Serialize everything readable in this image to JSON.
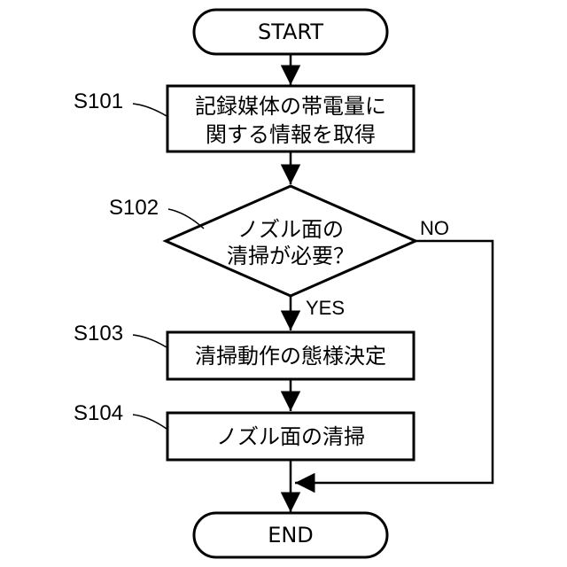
{
  "flowchart": {
    "start": "START",
    "end": "END",
    "steps": [
      {
        "id": "S101",
        "lines": [
          "記録媒体の帯電量に",
          "関する情報を取得"
        ]
      },
      {
        "id": "S102",
        "lines": [
          "ノズル面の",
          "清掃が必要？"
        ]
      },
      {
        "id": "S103",
        "lines": [
          "清掃動作の態様決定"
        ]
      },
      {
        "id": "S104",
        "lines": [
          "ノズル面の清掃"
        ]
      }
    ],
    "branch_yes": "YES",
    "branch_no": "NO"
  }
}
